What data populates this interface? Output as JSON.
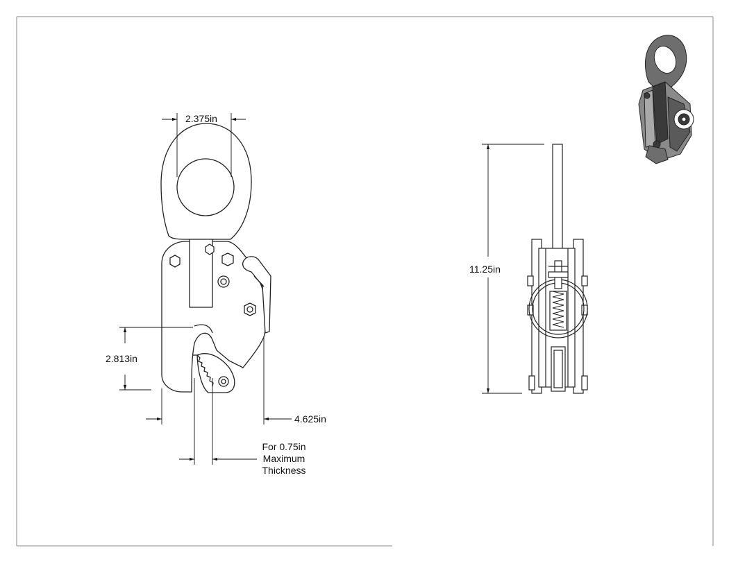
{
  "dimensions": {
    "eye_width": "2.375in",
    "jaw_height": "2.813in",
    "overall_width": "4.625in",
    "overall_height": "11.25in"
  },
  "note": {
    "line1": "For 0.75in",
    "line2": "Maximum",
    "line3": "Thickness"
  },
  "colors": {
    "line": "#222222",
    "frame": "#888888",
    "render_dark": "#3a3a3a",
    "render_mid": "#6e6e6e",
    "render_light": "#a9a9a9"
  }
}
